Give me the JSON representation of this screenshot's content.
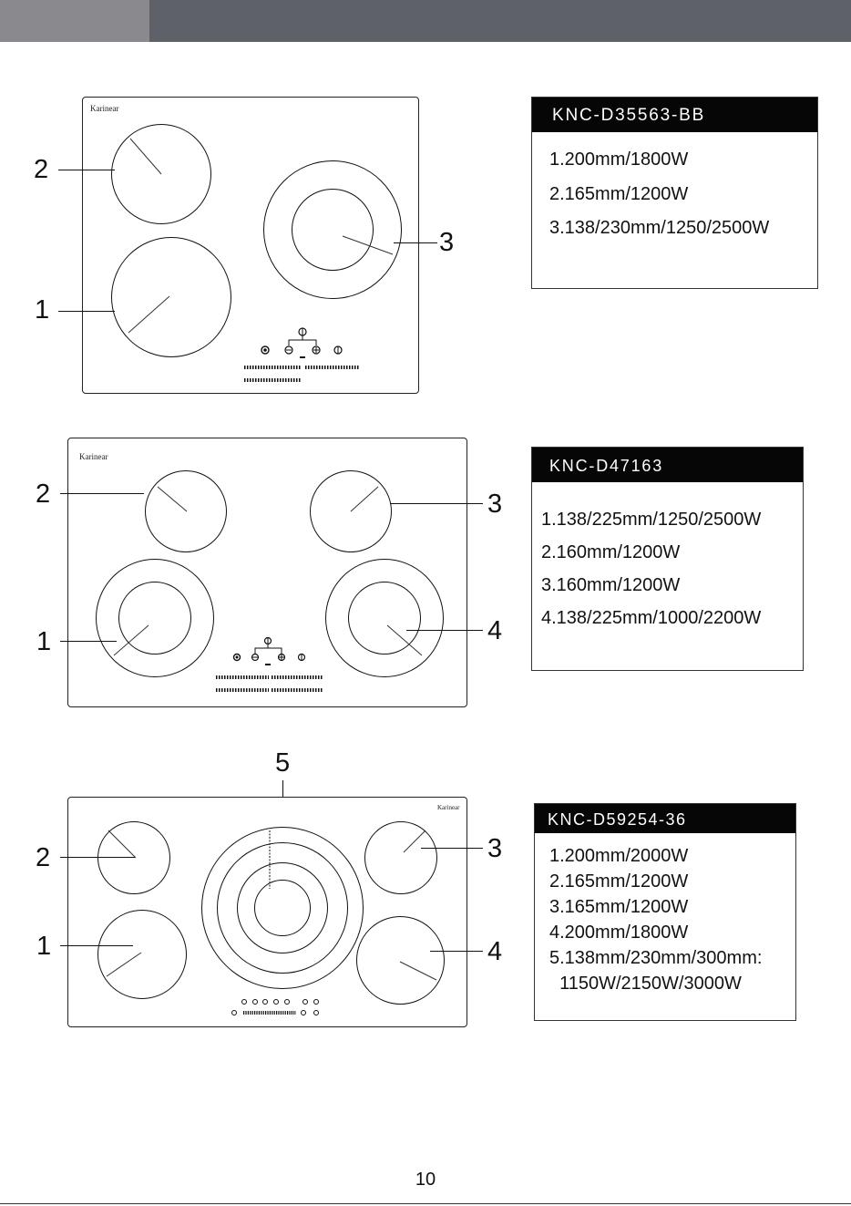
{
  "page_number": "10",
  "sections": [
    {
      "brand": "Karinear",
      "model": "KNC-D35563-BB",
      "specs": [
        "1.200mm/1800W",
        "2.165mm/1200W",
        "3.138/230mm/1250/2500W"
      ],
      "callouts": [
        "2",
        "1",
        "3"
      ]
    },
    {
      "brand": "Karinear",
      "model": "KNC-D47163",
      "specs": [
        "1.138/225mm/1250/2500W",
        "2.160mm/1200W",
        "3.160mm/1200W",
        "4.138/225mm/1000/2200W"
      ],
      "callouts": [
        "2",
        "1",
        "3",
        "4"
      ]
    },
    {
      "brand": "Karinear",
      "model": "KNC-D59254-36",
      "specs": [
        "1.200mm/2000W",
        "2.165mm/1200W",
        "3.165mm/1200W",
        "4.200mm/1800W",
        "5.138mm/230mm/300mm:",
        "  1150W/2150W/3000W"
      ],
      "callouts": [
        "5",
        "2",
        "3",
        "1",
        "4"
      ]
    }
  ]
}
